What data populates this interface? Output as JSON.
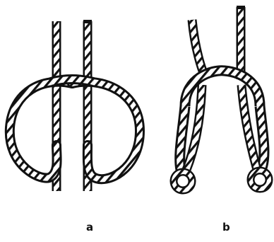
{
  "figures": [
    {
      "id": "a",
      "label": "a",
      "description_name": "rope-loop-hitch"
    },
    {
      "id": "b",
      "label": "b",
      "description_name": "rope-loop-with-eye-splices"
    }
  ],
  "colors": {
    "ink": "#111111",
    "paper": "#ffffff"
  }
}
